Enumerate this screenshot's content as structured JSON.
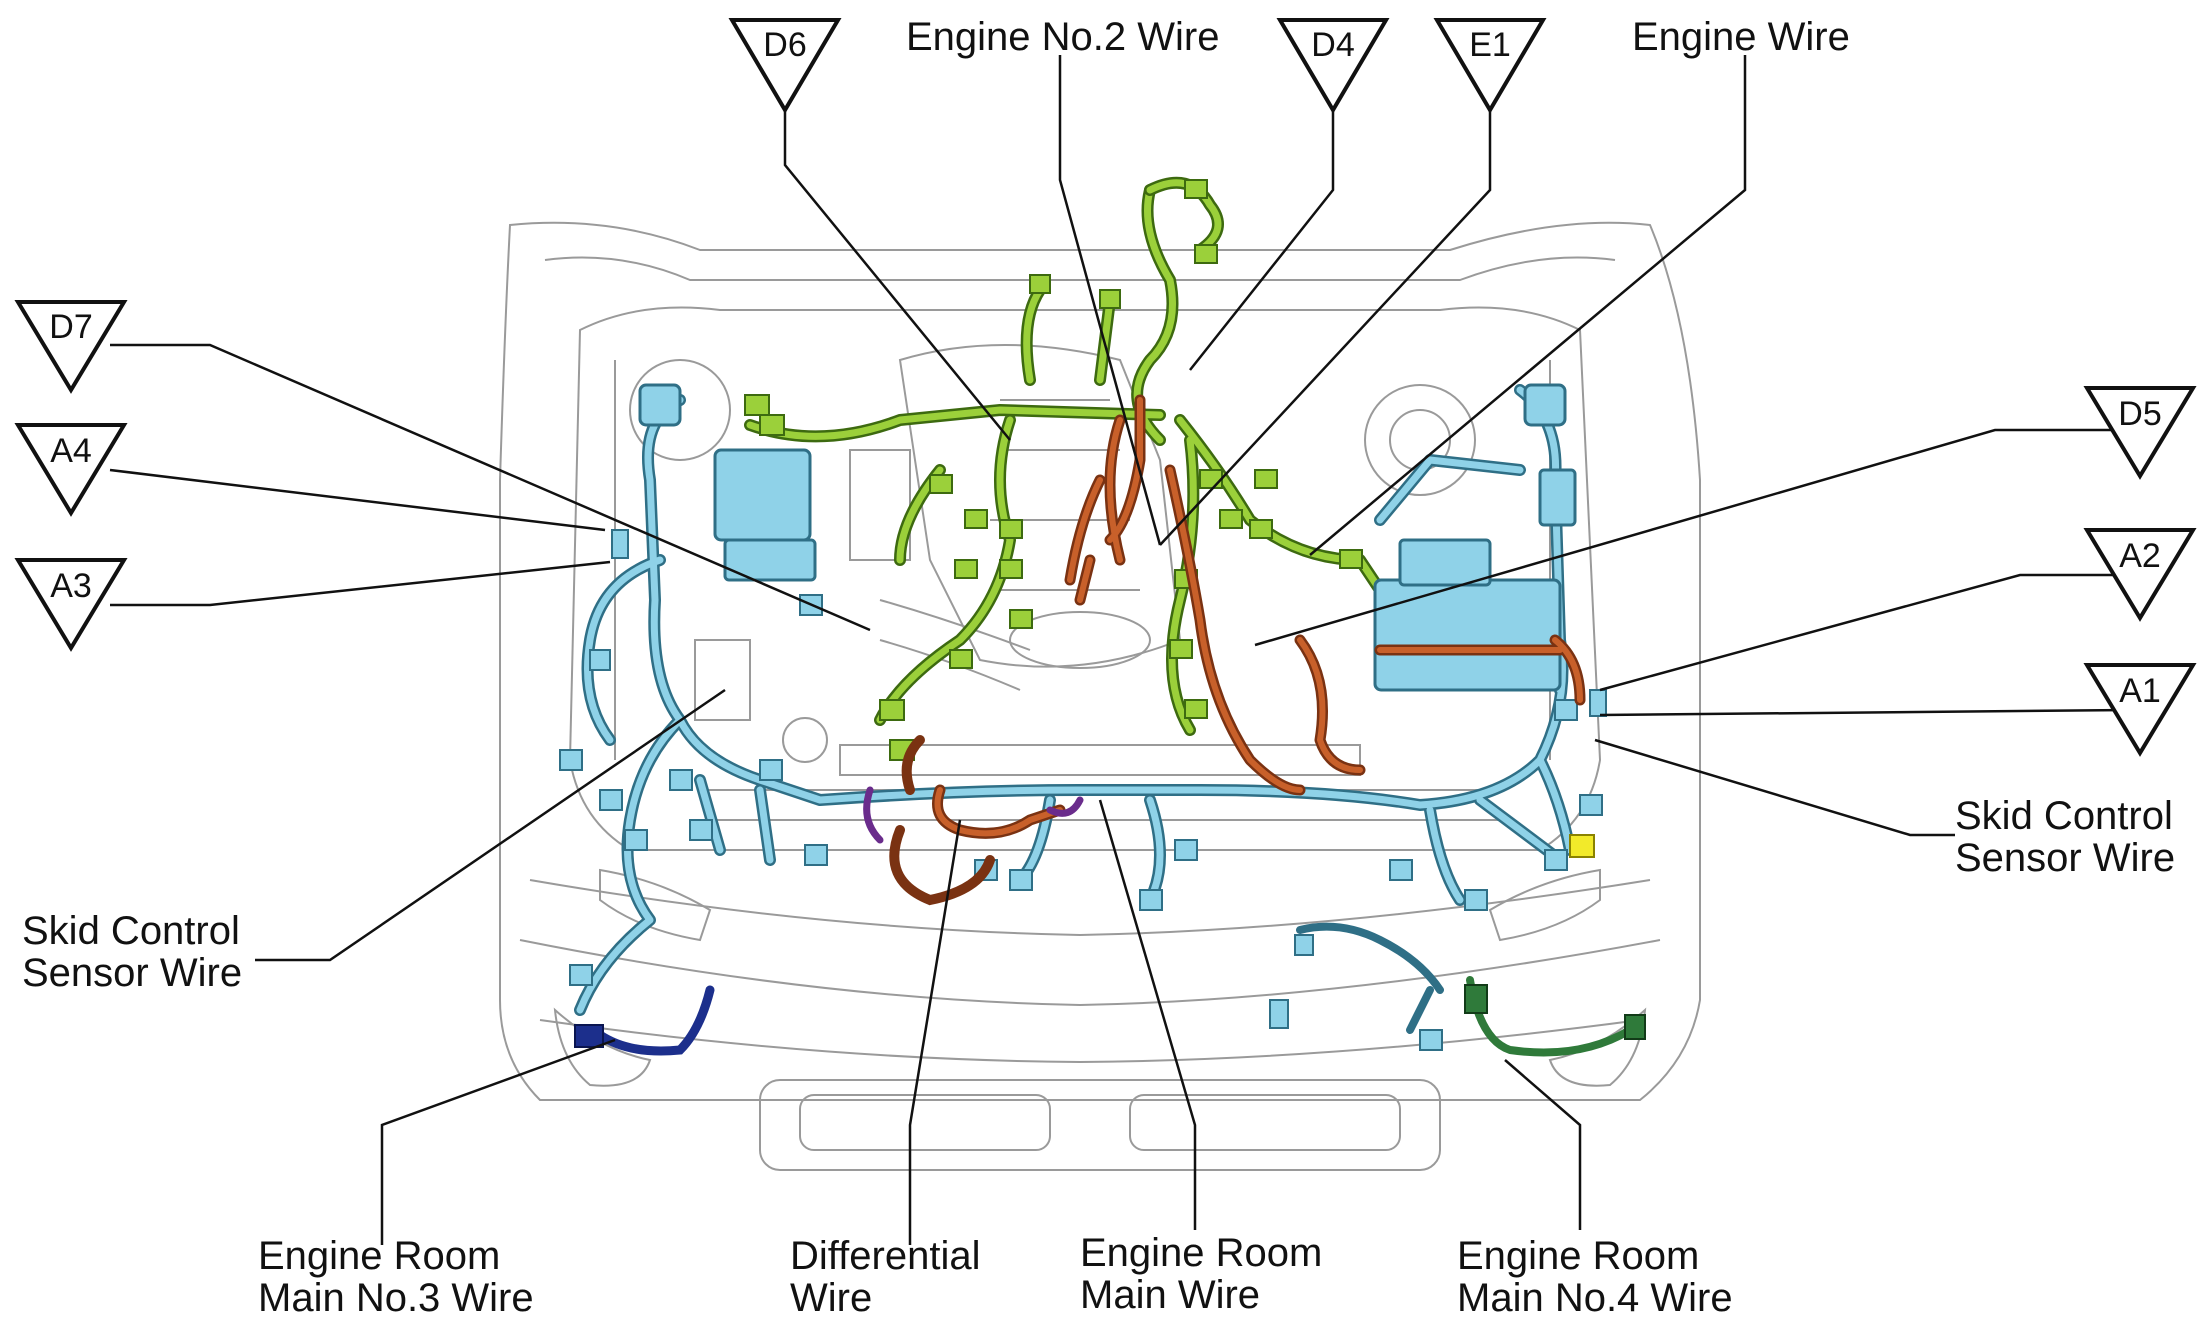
{
  "colors": {
    "light_blue": "#8fd2e8",
    "light_blue_dark": "#2f6f86",
    "green": "#9bd03a",
    "green_dark": "#3d6a10",
    "orange": "#c8602a",
    "orange_dark": "#7a3212",
    "dark_blue": "#1c2f8c",
    "dark_green": "#2f7a3a",
    "purple": "#6a2c8c",
    "yellow": "#f2ea2a",
    "outline": "#9a9a9a",
    "leader": "#111111"
  },
  "connector_tags": [
    {
      "id": "D6",
      "label": "D6"
    },
    {
      "id": "D4",
      "label": "D4"
    },
    {
      "id": "E1",
      "label": "E1"
    },
    {
      "id": "D7",
      "label": "D7"
    },
    {
      "id": "A4",
      "label": "A4"
    },
    {
      "id": "A3",
      "label": "A3"
    },
    {
      "id": "D5",
      "label": "D5"
    },
    {
      "id": "A2",
      "label": "A2"
    },
    {
      "id": "A1",
      "label": "A1"
    }
  ],
  "wire_labels": {
    "engine_no2_wire": "Engine No.2 Wire",
    "engine_wire": "Engine Wire",
    "skid_control_left": "Skid Control\nSensor Wire",
    "skid_control_right": "Skid Control\nSensor Wire",
    "engine_room_main_no3": "Engine Room\nMain No.3 Wire",
    "differential_wire": "Differential\nWire",
    "engine_room_main": "Engine Room\nMain Wire",
    "engine_room_main_no4": "Engine Room\nMain No.4 Wire"
  }
}
